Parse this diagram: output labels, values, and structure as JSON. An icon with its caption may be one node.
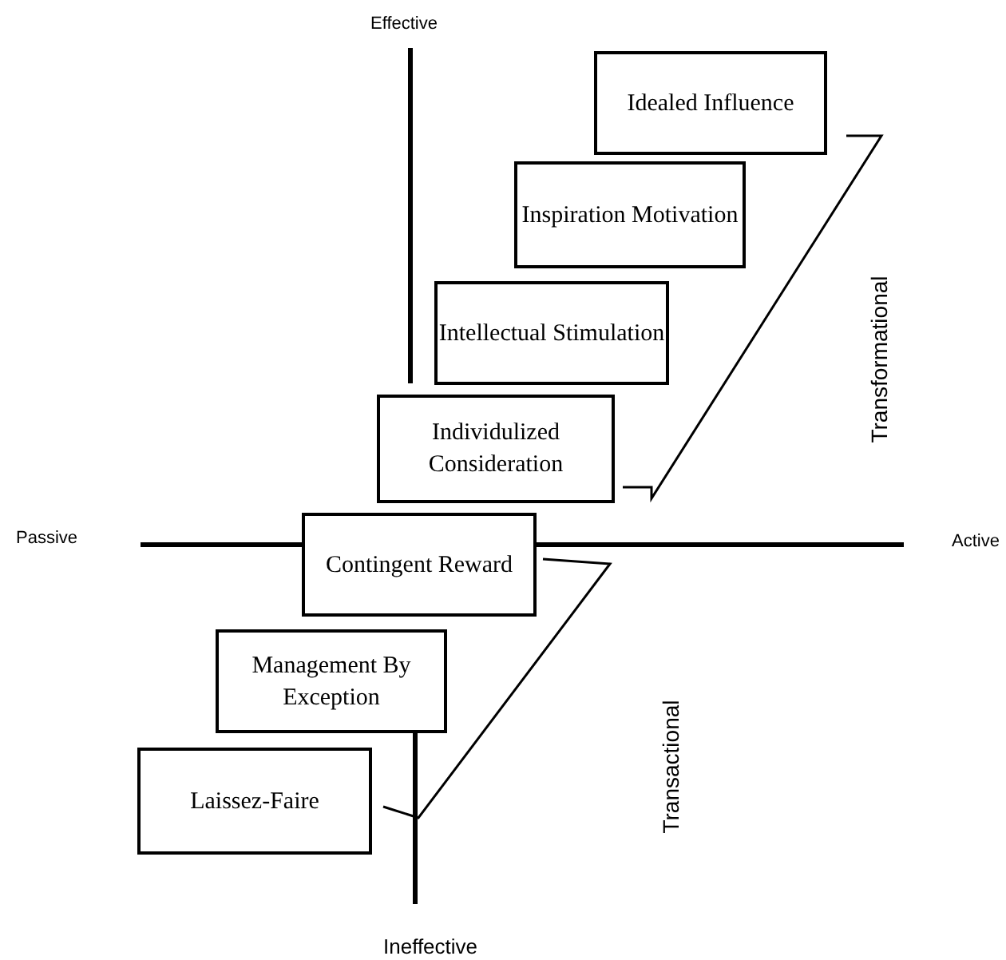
{
  "diagram": {
    "nodes": [
      {
        "text": [
          "Idealed Influence"
        ]
      },
      {
        "text": [
          "Inspiration Motivation"
        ]
      },
      {
        "text": [
          "Intellectual Stimulation"
        ]
      },
      {
        "text": [
          "Individulized Consideration"
        ]
      },
      {
        "text": [
          "Contingent Reward"
        ]
      },
      {
        "text": [
          "Management By Exception"
        ]
      },
      {
        "text": [
          "Laissez-Faire"
        ]
      }
    ],
    "labels": [
      "Effective",
      "Passive",
      "Active",
      "Ineffective",
      "Transformational",
      "Transactional"
    ]
  }
}
